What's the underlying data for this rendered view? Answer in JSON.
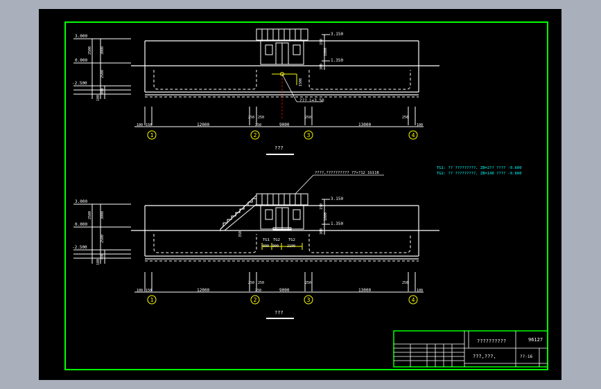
{
  "colors": {
    "background": "#000000",
    "frame": "#00ff00",
    "lines": "#ffffff",
    "axis_label": "#ffff00",
    "text": "#ffffff",
    "note": "#00ffff",
    "highlight": "#ffff00",
    "leader": "#ff0000"
  },
  "elevation1": {
    "level_top": "3.000",
    "level_ground": "0.000",
    "level_bottom": "-2.500",
    "dim_total": "3000",
    "dim_upper": "2500",
    "dim_lower": "2500",
    "dim_base": "400",
    "dim_base2": "100",
    "right_levels": [
      "3.150",
      "1.350"
    ],
    "right_dims": [
      "150",
      "1800",
      "300"
    ],
    "callout_label": "???",
    "callout_value": "i=3.50",
    "opening_dim": "1500",
    "title": "???",
    "spans": [
      "12000",
      "9000",
      "13000"
    ],
    "small_dims": [
      "100",
      "150",
      "250",
      "250",
      "250",
      "250",
      "250",
      "100"
    ],
    "axes": [
      "1",
      "2",
      "3",
      "4"
    ]
  },
  "notes": {
    "line1": "TG1: ?? ?????????,  ZB=2?? ????  -0.600",
    "line2": "TG2: ?? ?????????,  ZB=140 ???? -0.600"
  },
  "elevation2": {
    "level_top": "3.000",
    "level_ground": "0.000",
    "level_bottom": "-2.500",
    "dim_total": "3000",
    "dim_upper": "2500",
    "dim_lower": "2500",
    "dim_base": "400",
    "dim_base2": "100",
    "right_levels": [
      "3.150",
      "1.350"
    ],
    "right_dims": [
      "150",
      "1800",
      "300"
    ],
    "stair_callout": "????,??????????    ?7×?12 1G118",
    "stair_dim": "350",
    "tg_labels": [
      "TG1",
      "TG2",
      "TG2"
    ],
    "bottom_dims": [
      "800",
      "800",
      "2100"
    ],
    "title": "???",
    "spans": [
      "12000",
      "9000",
      "13000"
    ],
    "small_dims": [
      "100",
      "150",
      "250",
      "250",
      "250",
      "250",
      "250",
      "100"
    ],
    "axes": [
      "1",
      "2",
      "3",
      "4"
    ]
  },
  "title_block": {
    "project": "??????????",
    "drawing_no": "96127",
    "drawing_name": "???,???,",
    "sheet": "??-16"
  }
}
